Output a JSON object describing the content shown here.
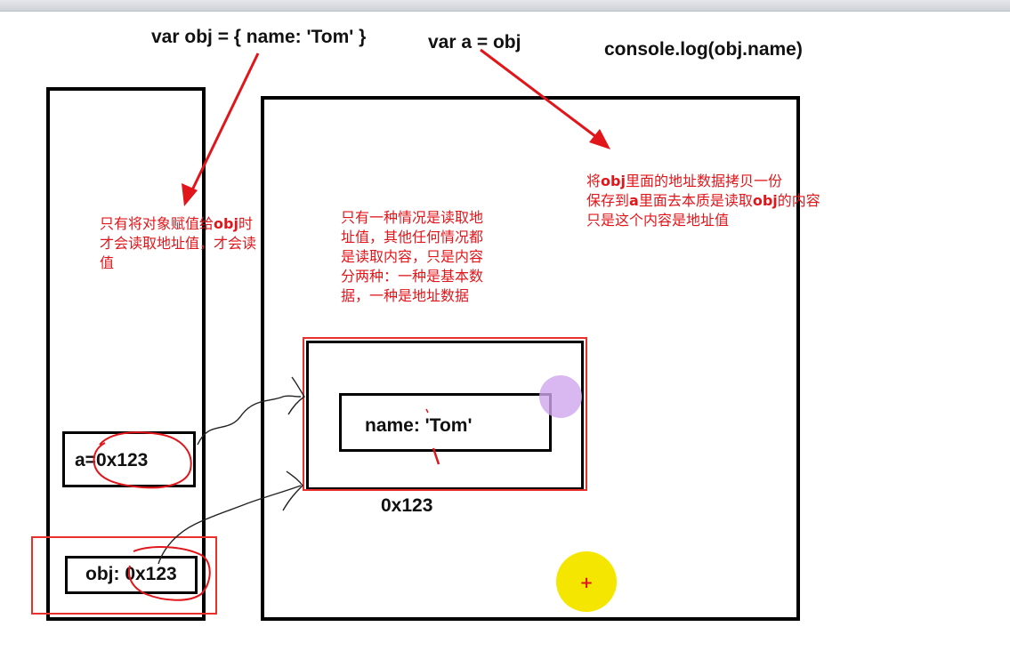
{
  "code": {
    "obj_declaration": "var obj = { name: 'Tom' }",
    "assign": "var a = obj",
    "log": "console.log(obj.name)"
  },
  "notes": {
    "left": {
      "l1_pre": "只有将对象赋值给",
      "l1_kw": "obj",
      "l1_post": "时",
      "l2": "才会读取地址值，才会读",
      "l3": "值"
    },
    "middle": {
      "l1": "只有一种情况是读取地",
      "l2": "址值，其他任何情况都",
      "l3": "是读取内容，只是内容",
      "l4": "分两种：一种是基本数",
      "l5": "据，一种是地址数据"
    },
    "right": {
      "l1_pre": "将",
      "l1_kw": "obj",
      "l1_post": "里面的地址数据拷贝一份",
      "l2_pre": "保存到",
      "l2_kw": "a",
      "l2_mid": "里面去本质是读取",
      "l2_kw2": "obj",
      "l2_post": "的内容",
      "l3": "只是这个内容是地址值"
    }
  },
  "stack": {
    "a_cell": "a=0x123",
    "obj_cell": "obj: 0x123"
  },
  "heap": {
    "property": "name: 'Tom'",
    "address": "0x123"
  },
  "cursor": {
    "symbol": "+"
  },
  "colors": {
    "annotation": "#e0161b",
    "highlight_yellow": "#f5e600",
    "highlight_purple": "#cfa6ee",
    "stroke": "#000000"
  }
}
